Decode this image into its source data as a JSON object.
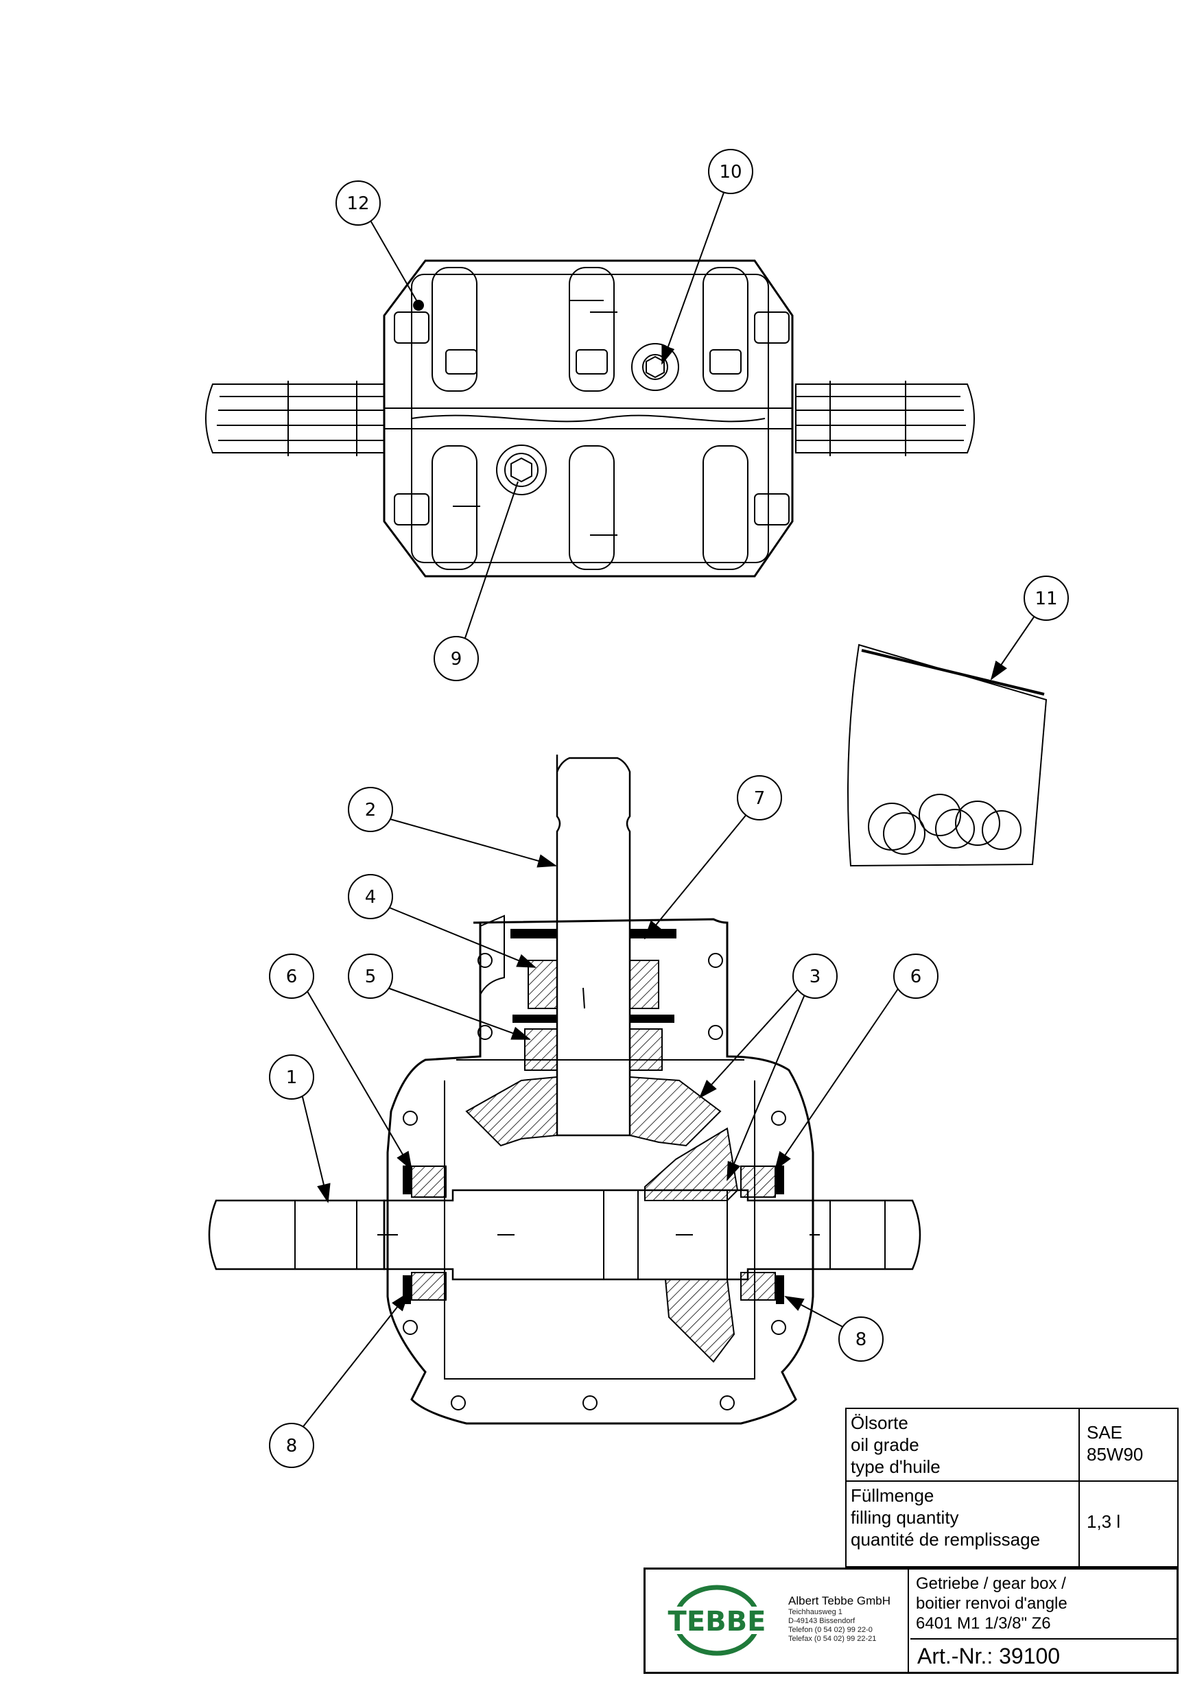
{
  "callouts": [
    {
      "id": "c1",
      "label": "1"
    },
    {
      "id": "c2",
      "label": "2"
    },
    {
      "id": "c3",
      "label": "3"
    },
    {
      "id": "c4",
      "label": "4"
    },
    {
      "id": "c5",
      "label": "5"
    },
    {
      "id": "c6a",
      "label": "6"
    },
    {
      "id": "c6b",
      "label": "6"
    },
    {
      "id": "c7",
      "label": "7"
    },
    {
      "id": "c8a",
      "label": "8"
    },
    {
      "id": "c8b",
      "label": "8"
    },
    {
      "id": "c9",
      "label": "9"
    },
    {
      "id": "c10",
      "label": "10"
    },
    {
      "id": "c11",
      "label": "11"
    },
    {
      "id": "c12",
      "label": "12"
    }
  ],
  "oil_table": {
    "oil_grade_labels": [
      "Ölsorte",
      "oil grade",
      "type d'huile"
    ],
    "oil_grade_value": [
      "SAE",
      "85W90"
    ],
    "filling_labels": [
      "Füllmenge",
      "filling quantity",
      "quantité de remplissage"
    ],
    "filling_value": "1,3 l"
  },
  "title_block": {
    "logo_text": "TEBBE",
    "company_name": "Albert Tebbe GmbH",
    "address_lines": [
      "Teichhausweg 1",
      "D-49143 Bissendorf",
      "Telefon (0 54 02) 99 22-0",
      "Telefax (0 54 02) 99 22-21"
    ],
    "description_lines": [
      "Getriebe / gear box /",
      "boitier renvoi d'angle",
      "6401 M1  1/3/8\" Z6"
    ],
    "article_number": "Art.-Nr.: 39100"
  },
  "colors": {
    "logo_green": "#1f7a3a",
    "line": "#000000"
  }
}
